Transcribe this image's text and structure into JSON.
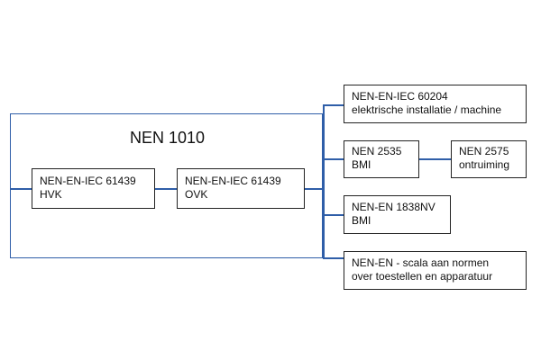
{
  "main": {
    "title": "NEN 1010"
  },
  "inner": [
    {
      "line1": "NEN-EN-IEC 61439",
      "line2": "HVK"
    },
    {
      "line1": "NEN-EN-IEC 61439",
      "line2": "OVK"
    }
  ],
  "right": [
    {
      "line1": "NEN-EN-IEC 60204",
      "line2": "elektrische installatie / machine"
    },
    {
      "line1": "NEN 2535",
      "line2": "BMI"
    },
    {
      "line1": "NEN 2575",
      "line2": "ontruiming"
    },
    {
      "line1": "NEN-EN 1838NV",
      "line2": "BMI"
    },
    {
      "line1": "NEN-EN - scala aan normen",
      "line2": "over toestellen en apparatuur"
    }
  ],
  "colors": {
    "connector": "#2f5ea8",
    "box_border": "#222222"
  }
}
